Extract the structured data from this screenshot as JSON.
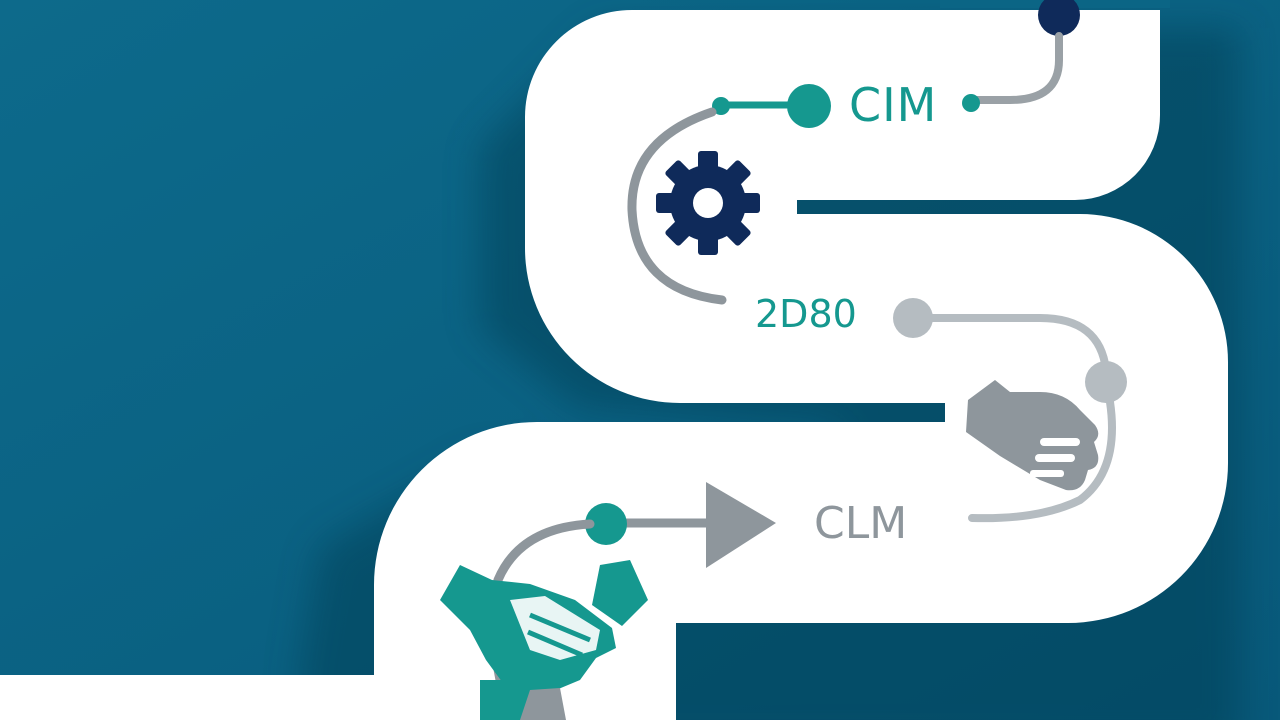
{
  "illustration": {
    "labels": {
      "top": "CIM",
      "middle": "2D80",
      "bottom": "CLM"
    },
    "colors": {
      "background": "#0b6585",
      "background_shadow": "#073f55",
      "road": "#ffffff",
      "teal": "#15988f",
      "navy": "#0f2a5a",
      "gray": "#8e969c",
      "light_gray": "#b5bcc1"
    },
    "icons": [
      "gear-icon",
      "handshake-icon",
      "hand-icon",
      "arrow-right-icon"
    ]
  }
}
